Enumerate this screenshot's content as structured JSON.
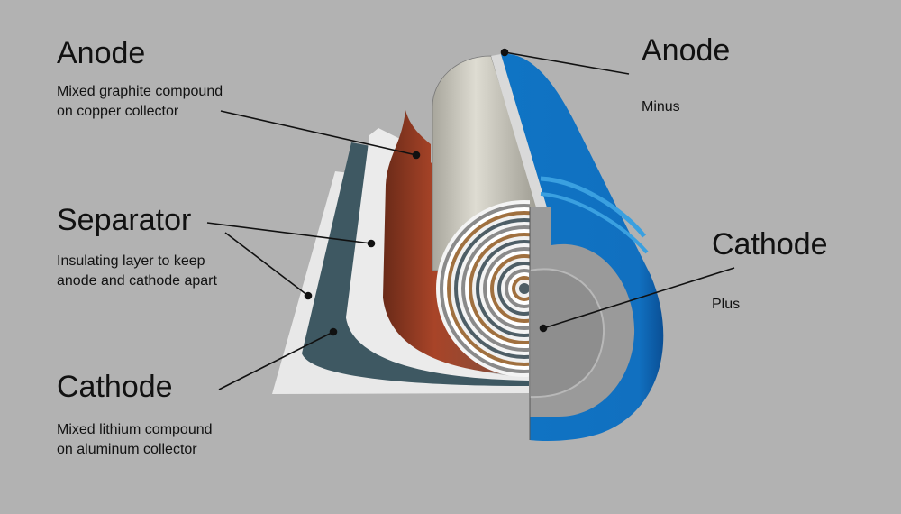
{
  "left_labels": {
    "anode": {
      "title": "Anode",
      "desc": [
        "Mixed graphite compound",
        "on copper collector"
      ]
    },
    "separator": {
      "title": "Separator",
      "desc": [
        "Insulating layer to keep",
        "anode and cathode apart"
      ]
    },
    "cathode": {
      "title": "Cathode",
      "desc": [
        "Mixed lithium compound",
        "on aluminum collector"
      ]
    }
  },
  "right_labels": {
    "anode": {
      "title": "Anode",
      "desc": "Minus"
    },
    "cathode": {
      "title": "Cathode",
      "desc": "Plus"
    }
  },
  "colors": {
    "background": "#b2b2b2",
    "casing": "#0f74c4",
    "anode_sheet": "#9a3d24",
    "cathode_sheet": "#3e5862",
    "separator_sheet": "#e9e9e9",
    "cap": "#999999"
  }
}
